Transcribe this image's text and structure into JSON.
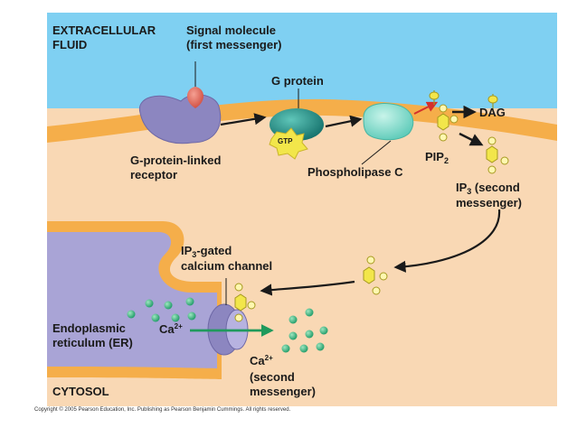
{
  "labels": {
    "extracellular_line1": "EXTRACELLULAR",
    "extracellular_line2": "FLUID",
    "signal_line1": "Signal molecule",
    "signal_line2": "(first messenger)",
    "g_protein": "G protein",
    "gtp": "GTP",
    "dag": "DAG",
    "pip": "PIP",
    "pip_sub": "2",
    "receptor_line1": "G-protein-linked",
    "receptor_line2": "receptor",
    "phospholipase": "Phospholipase C",
    "ip3_ip": "IP",
    "ip3_sub": "3",
    "ip3_rest": " (second",
    "ip3_line2": "messenger)",
    "channel_ip": "IP",
    "channel_sub": "3",
    "channel_rest": "-gated",
    "channel_line2": "calcium channel",
    "er_line1": "Endoplasmic",
    "er_line2": "reticulum (ER)",
    "ca_inside": "Ca",
    "ca_inside_sup": "2+",
    "ca_out": "Ca",
    "ca_out_sup": "2+",
    "ca_out_line2": "(second",
    "ca_out_line3": "messenger)",
    "cytosol": "CYTOSOL",
    "copyright": "Copyright © 2005 Pearson Education, Inc. Publishing as Pearson Benjamin Cummings. All rights reserved."
  },
  "colors": {
    "extracellular": "#7fd0f2",
    "cytosol": "#f9d8b4",
    "membrane": "#f5ae4a",
    "er": "#a9a4d6",
    "receptor": "#8c86c0",
    "signal": "#e8675a",
    "g_protein": "#1f8f88",
    "phospholipase": "#7fd9c9",
    "molecule": "#f2e64a",
    "calcium": "#2fae7a",
    "arrow": "#1a1a1a",
    "highlight_arrow": "#d4302c",
    "release_arrow": "#1f9a5c"
  }
}
